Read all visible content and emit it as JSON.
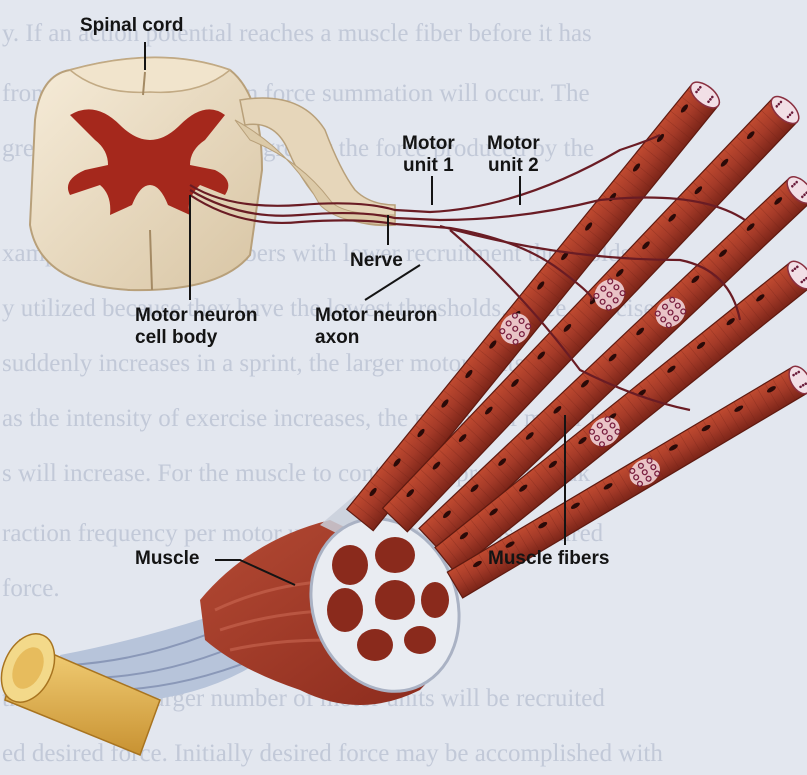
{
  "diagram": {
    "labels": {
      "spinal_cord": "Spinal cord",
      "motor_unit_1": [
        "Motor",
        "unit 1"
      ],
      "motor_unit_2": [
        "Motor",
        "unit 2"
      ],
      "nerve": "Nerve",
      "motor_neuron_cell_body": [
        "Motor neuron",
        "cell body"
      ],
      "motor_neuron_axon": [
        "Motor neuron",
        "axon"
      ],
      "muscle": "Muscle",
      "muscle_fibers": "Muscle fibers"
    },
    "background_text": [
      "y. If an action potential reaches a muscle fiber before it has",
      "from a previous one, then force summation will occur. The",
      "greater the firing rate, the greater the force produced by the",
      "xample, type I muscle fibers with lower recruitment thresholds",
      "y utilized because they have the lowest thresholds. Once exercise",
      "suddenly increases in a sprint, the larger motor units are",
      "as the intensity of exercise increases, the number of motor units",
      "s will increase. For the muscle to continue to produce peak",
      "raction frequency per motor unit and recruitment is required",
      "force.",
      "",
      "the remaining larger number of motor units will be recruited",
      "ed desired force. Initially desired force may be accomplished with"
    ],
    "colors": {
      "muscle": "#a43a28",
      "muscle_dark": "#7a2418",
      "gray_matter": "#a5281c",
      "spinal_cord": "#eadcc4",
      "axon": "#6a1c24",
      "tendon": "#b7c4da",
      "bone": "#e7b652"
    }
  }
}
